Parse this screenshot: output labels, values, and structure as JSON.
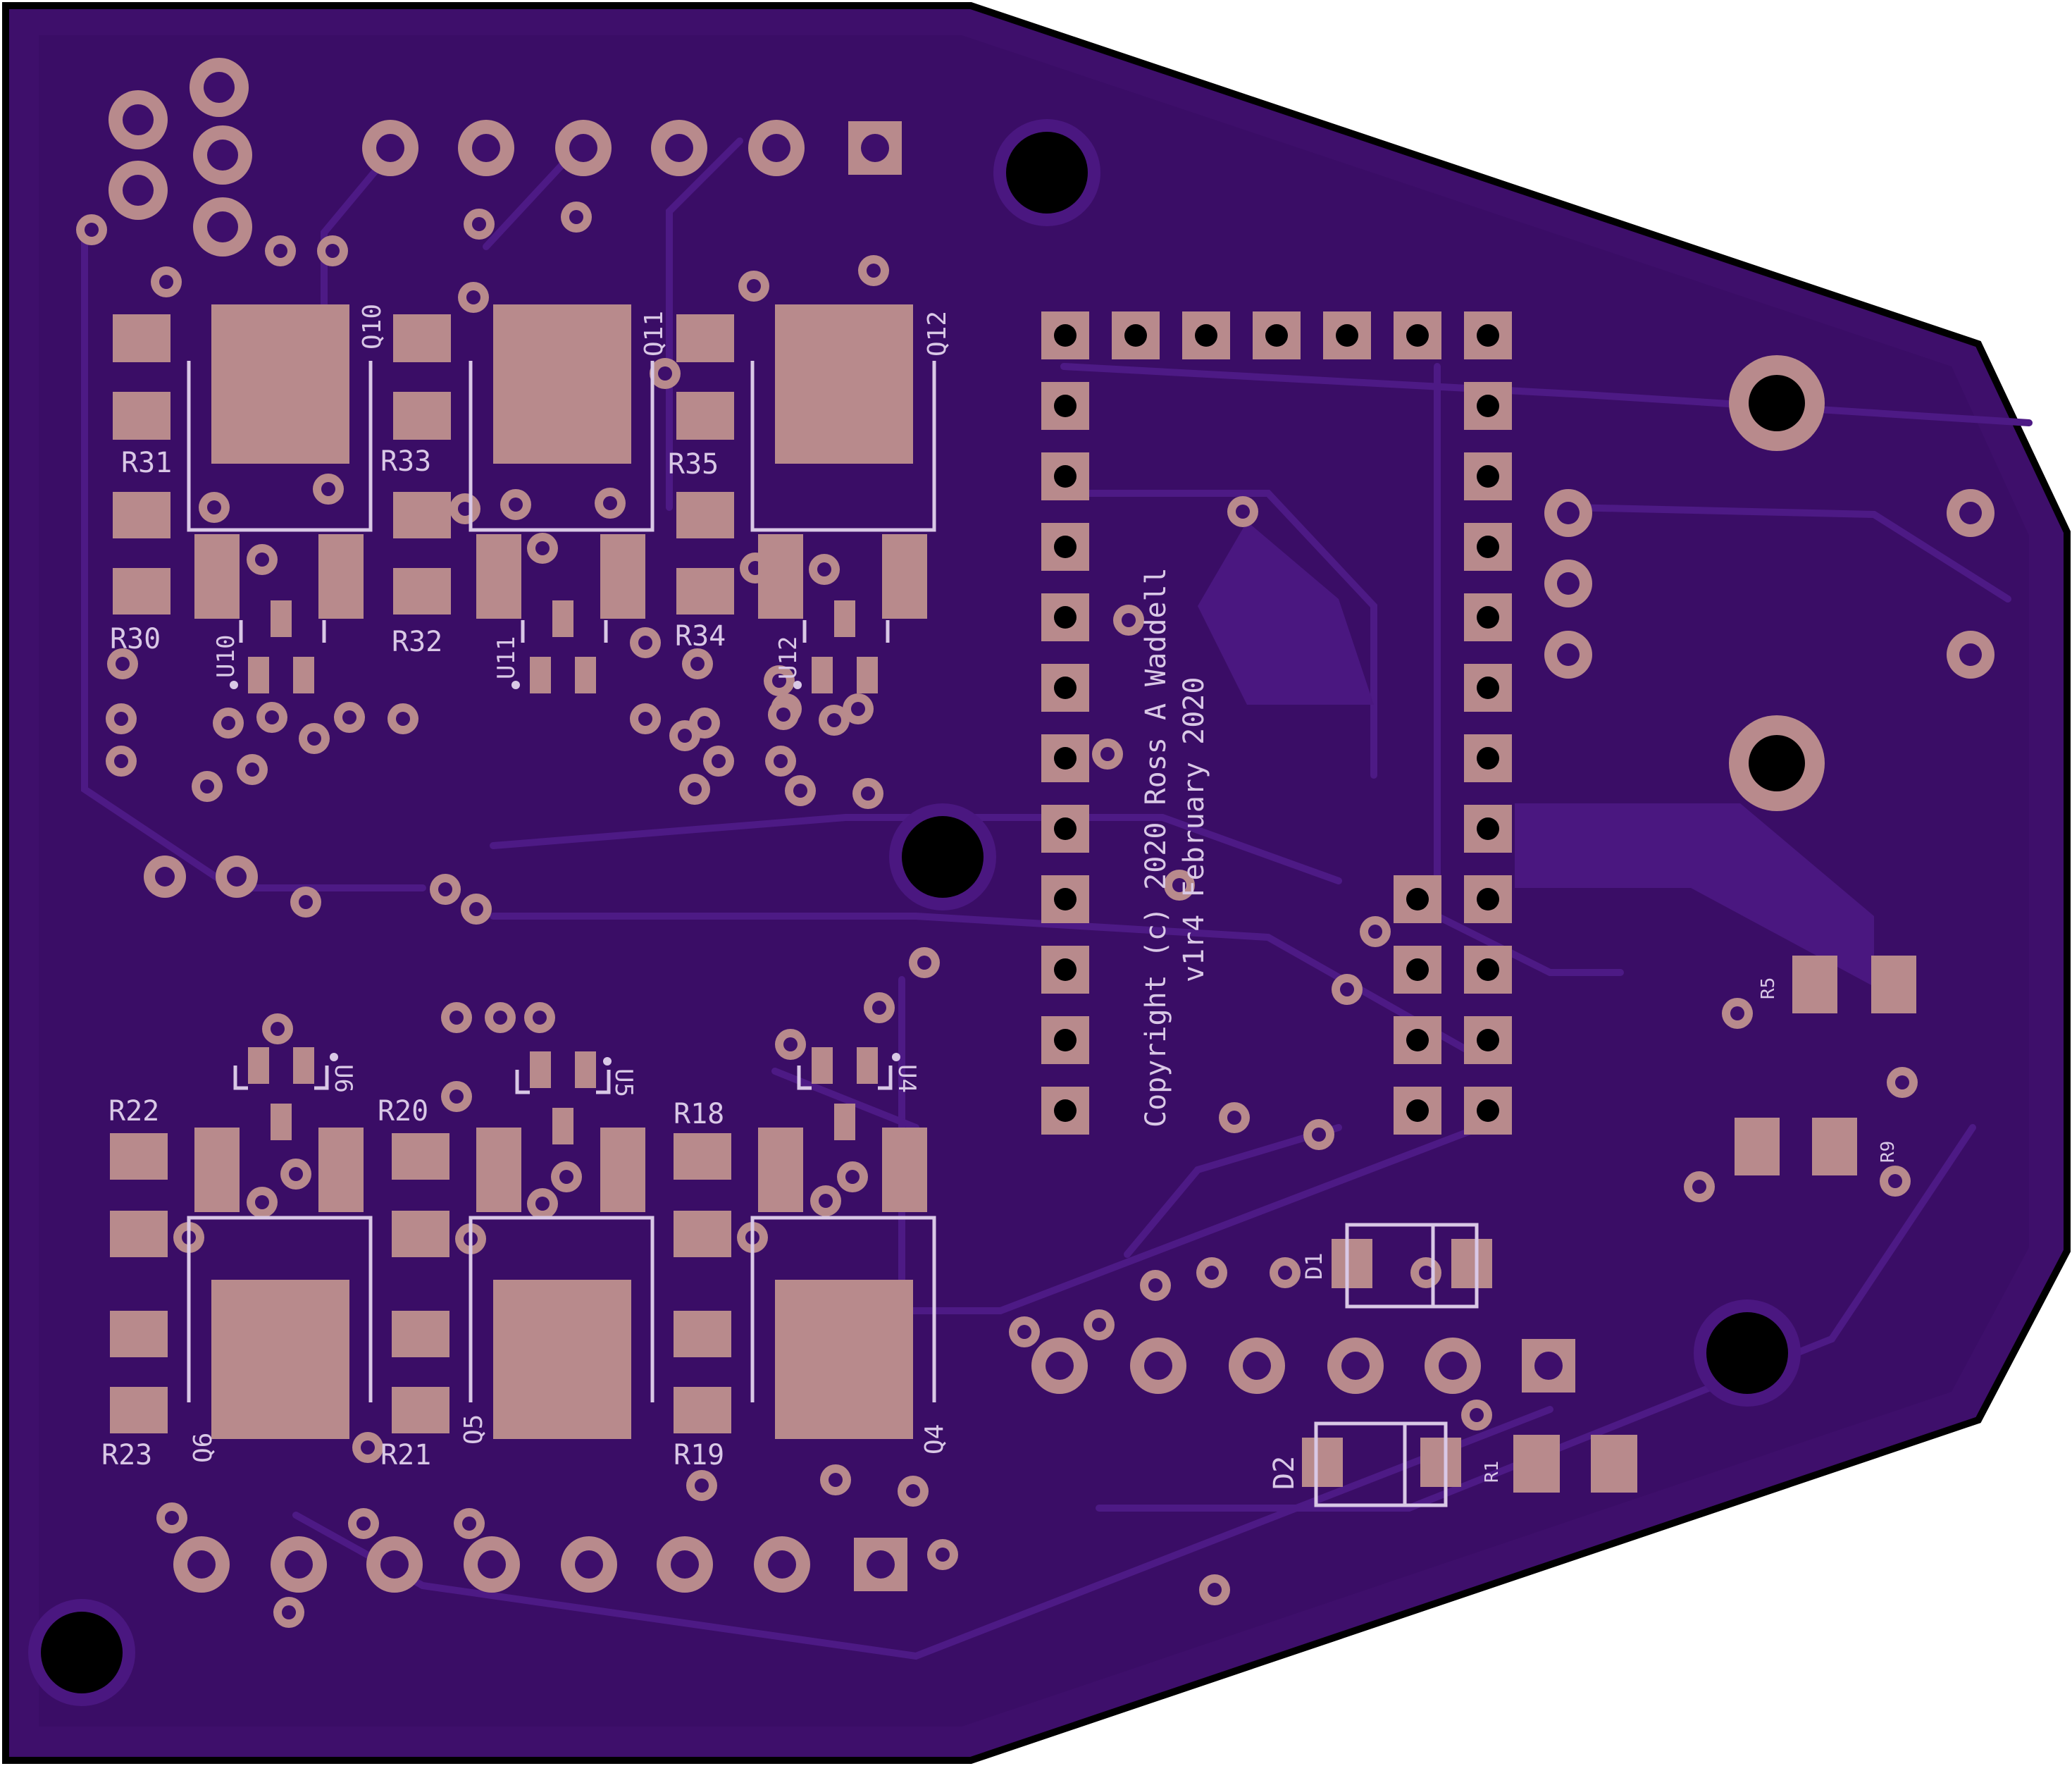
{
  "board": {
    "copyright": "Copyright (c) 2020 Ross A Waddell",
    "version": "v1r4 February 2020"
  },
  "labels": {
    "q10": "Q10",
    "q11": "Q11",
    "q12": "Q12",
    "q4": "Q4",
    "q5": "Q5",
    "q6": "Q6",
    "r1": "R1",
    "r5": "R5",
    "r9": "R9",
    "r18": "R18",
    "r19": "R19",
    "r20": "R20",
    "r21": "R21",
    "r22": "R22",
    "r23": "R23",
    "r30": "R30",
    "r31": "R31",
    "r32": "R32",
    "r33": "R33",
    "r34": "R34",
    "r35": "R35",
    "u4": "U4",
    "u5": "U5",
    "u6": "U6",
    "u10": "U10",
    "u11": "U11",
    "u12": "U12",
    "d1": "D1",
    "d2": "D2"
  },
  "colors": {
    "board_fill": "#3e0f6b",
    "board_dark": "#320858",
    "trace": "#4a1780",
    "pad": "#b88a8c",
    "silkscreen": "#d9c8e6",
    "outline": "#000000",
    "hole": "#000000"
  }
}
